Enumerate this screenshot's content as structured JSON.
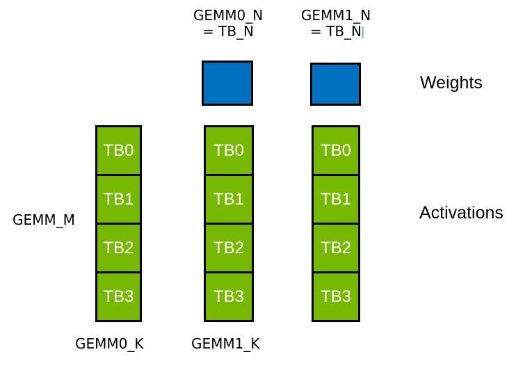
{
  "colors": {
    "background": "#FFFFFF",
    "activation-green": "#76B900",
    "weight-blue": "#0070C0",
    "outline": "#000000",
    "tb-text": "#FFFFFF",
    "label-text": "#000000",
    "cursor-blue": "#9DC3E6"
  },
  "labels": {
    "top": [
      {
        "line1": "GEMM0_N",
        "line2": "= TB_N"
      },
      {
        "line1": "GEMM1_N",
        "line2": "= TB_N"
      }
    ],
    "left": "GEMM_M",
    "weights": "Weights",
    "activations": "Activations",
    "bottom": [
      "GEMM0_K",
      "GEMM1_K"
    ]
  },
  "columns": [
    {
      "blocks": [
        "TB0",
        "TB1",
        "TB2",
        "TB3"
      ]
    },
    {
      "blocks": [
        "TB0",
        "TB1",
        "TB2",
        "TB3"
      ]
    },
    {
      "blocks": [
        "TB0",
        "TB1",
        "TB2",
        "TB3"
      ]
    }
  ]
}
